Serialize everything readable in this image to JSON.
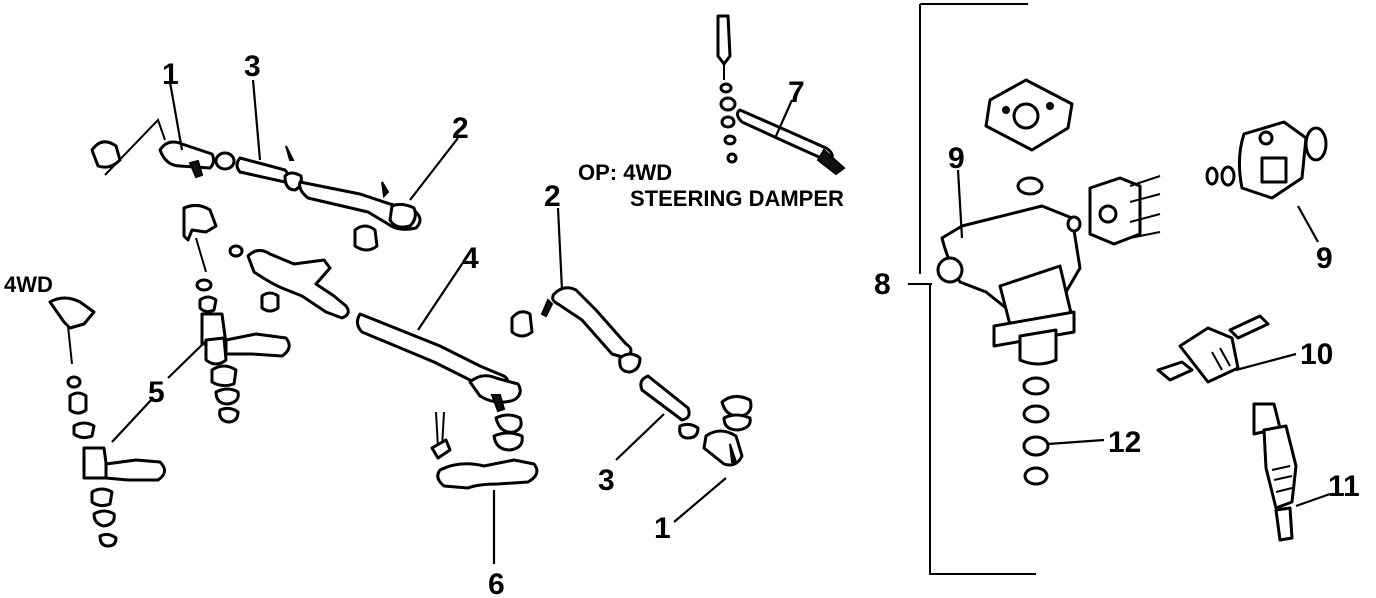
{
  "callouts": {
    "c1a": "1",
    "c3a": "3",
    "c2a": "2",
    "c4": "4",
    "c5": "5",
    "c6": "6",
    "c2b": "2",
    "c3b": "3",
    "c1b": "1",
    "c7": "7",
    "c8": "8",
    "c9a": "9",
    "c9b": "9",
    "c10": "10",
    "c11": "11",
    "c12": "12"
  },
  "labels": {
    "four_wd": "4WD",
    "op_line1": "OP: 4WD",
    "op_line2": "STEERING DAMPER"
  }
}
